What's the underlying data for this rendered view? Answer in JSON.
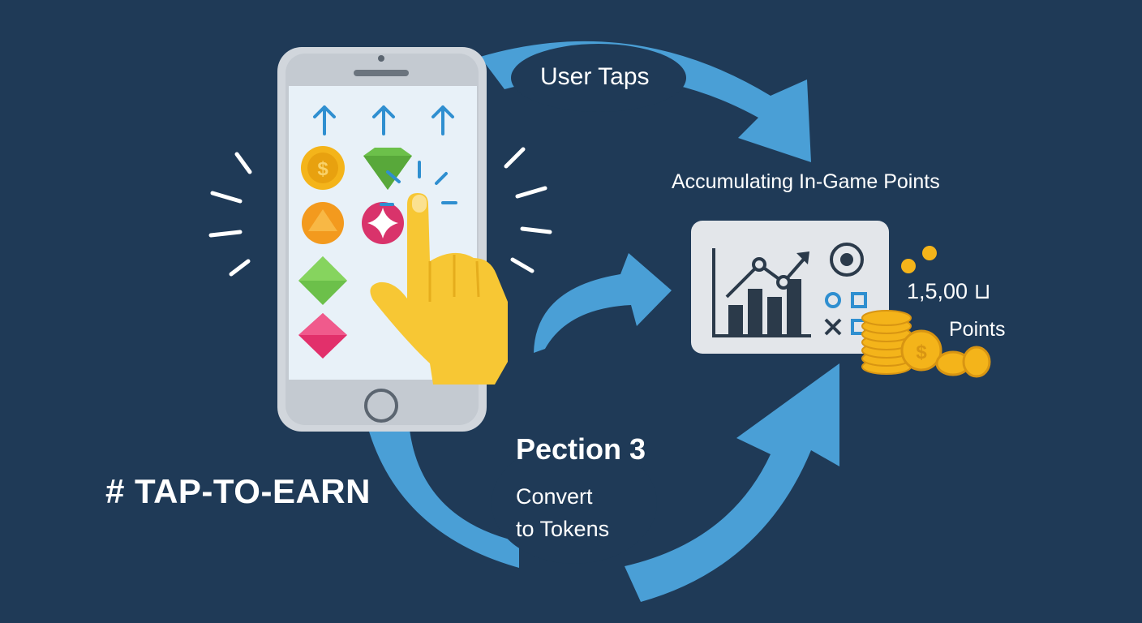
{
  "labels": {
    "user_taps": "User Taps",
    "accumulating": "Accumulating In-Game Points",
    "points_count": "1,5,00 ⊔",
    "points_word": "Points",
    "step": "Pection 3",
    "convert_line1": "Convert",
    "convert_line2": "to Tokens",
    "hashtag": "# TAP-TO-EARN"
  },
  "icons": {
    "screen_items": [
      "up-arrow-icon",
      "coin-icon",
      "diamond-icon",
      "sparkle-icon",
      "gem-icon"
    ],
    "dashboard": [
      "bar-chart-icon",
      "target-icon",
      "tic-tac-toe-icon"
    ],
    "reward": "coin-stack-icon"
  },
  "colors": {
    "background": "#1f3a57",
    "cycle_arrow": "#4a9fd6",
    "hand": "#f7c734",
    "coin": "#f4b41a",
    "phone_body": "#d1d6dc",
    "screen": "#e8f1f8",
    "card": "#e3e6ea",
    "text": "#ffffff"
  }
}
